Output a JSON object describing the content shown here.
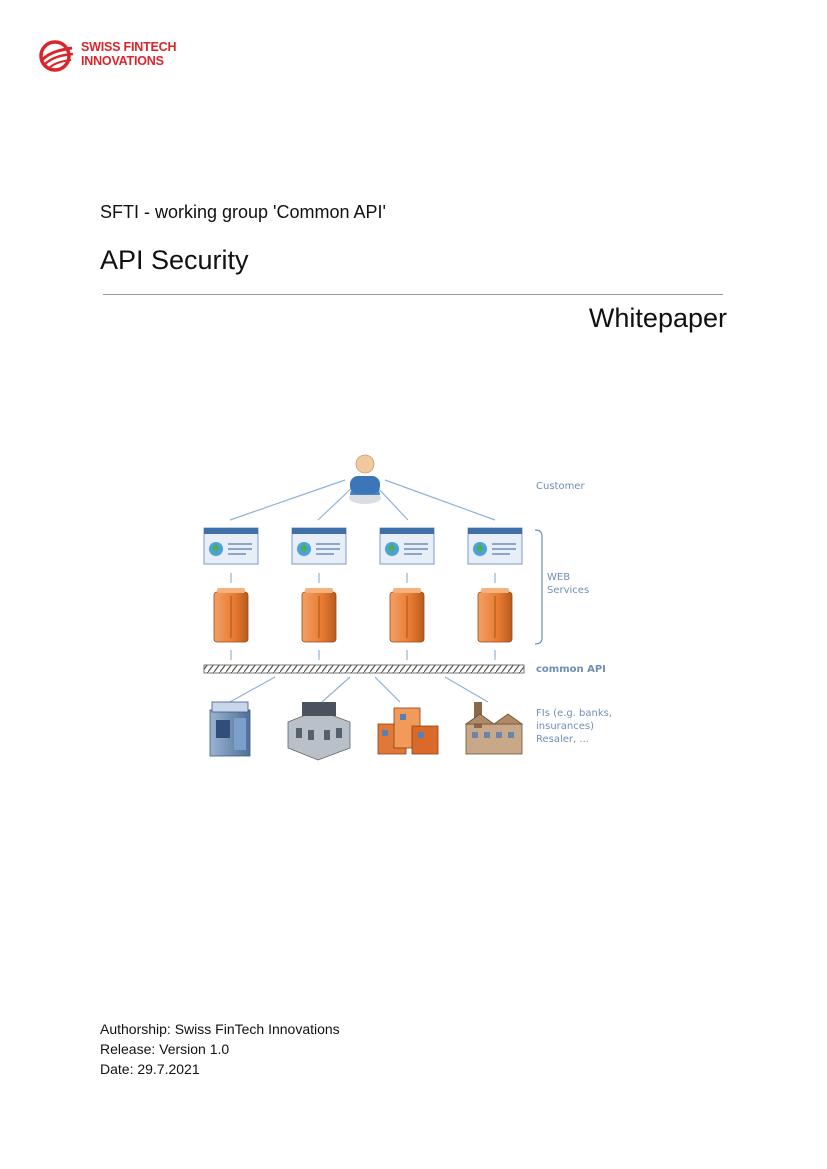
{
  "logo": {
    "line1": "SWISS FINTECH",
    "line2": "INNOVATIONS",
    "color": "#d9262b"
  },
  "document": {
    "subtitle": "SFTI - working group 'Common API'",
    "title": "API Security",
    "type": "Whitepaper"
  },
  "diagram": {
    "customer_label": "Customer",
    "web_services_label": "WEB\nServices",
    "common_api_label": "common API",
    "fi_label": "FIs (e.g. banks,\ninsurances)\nResaler, ...",
    "icons": [
      "user-icon",
      "web-page-icon",
      "server-icon",
      "atm-icon",
      "bank-building-icon",
      "office-buildings-icon",
      "factory-icon"
    ],
    "label_color": "#6e8fb6",
    "accent_orange": "#e87a30"
  },
  "meta": {
    "authorship": "Authorship: Swiss FinTech Innovations",
    "release": "Release: Version 1.0",
    "date": "Date: 29.7.2021"
  }
}
